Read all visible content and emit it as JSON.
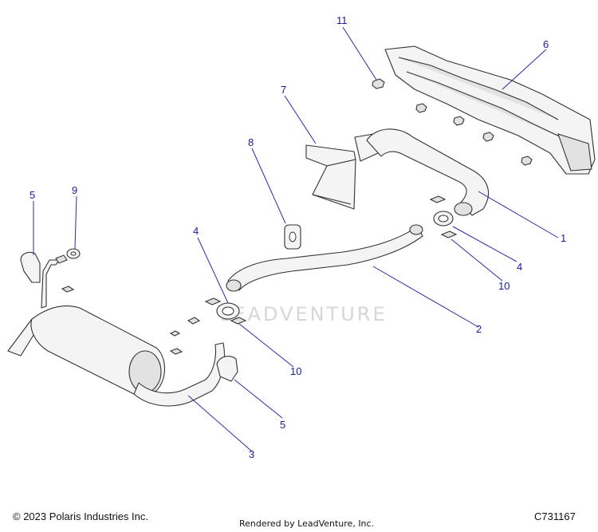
{
  "diagram": {
    "watermark": "LEADVENTURE",
    "callouts": {
      "c1": "1",
      "c2": "2",
      "c3": "3",
      "c4a": "4",
      "c4b": "4",
      "c5a": "5",
      "c5b": "5",
      "c6": "6",
      "c7": "7",
      "c8": "8",
      "c9": "9",
      "c10a": "10",
      "c10b": "10",
      "c11": "11"
    }
  },
  "footer": {
    "copyright": "© 2023 Polaris Industries Inc.",
    "rendered_by": "Rendered by LeadVenture, Inc.",
    "diagram_code": "C731167"
  }
}
